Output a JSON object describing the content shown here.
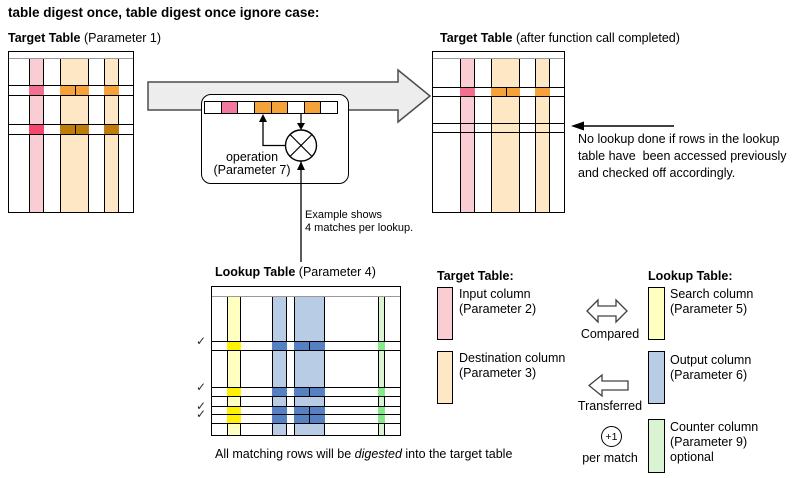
{
  "title": "table digest once, table digest once ignore case:",
  "tables": {
    "target_before": {
      "name": "Target Table",
      "suffix": " (Parameter 1)"
    },
    "target_after": {
      "name": "Target Table",
      "suffix": " (after function call completed)"
    },
    "lookup": {
      "name": "Lookup Table",
      "suffix": " (Parameter 4)"
    }
  },
  "operation_box": {
    "label_line1": "operation",
    "label_line2": "(Parameter 7)"
  },
  "example_note": {
    "line1": "Example shows",
    "line2": "4 matches per lookup."
  },
  "no_lookup_note": {
    "line1": "No lookup done if rows in the lookup",
    "line2": "table have  been accessed previously",
    "line3": "and checked off accordingly."
  },
  "bottom_note": {
    "prefix": "All matching rows will be ",
    "emphasis": "digested",
    "suffix": " into the target table"
  },
  "legend_target": {
    "heading": "Target Table:",
    "items": [
      {
        "label_line1": "Input column",
        "label_line2": "(Parameter 2)",
        "color": "#f9cdd3"
      },
      {
        "label_line1": "Destination column",
        "label_line2": "(Parameter 3)",
        "color": "#fde7c5"
      }
    ]
  },
  "legend_lookup": {
    "heading": "Lookup Table:",
    "items": [
      {
        "label_line1": "Search column",
        "label_line2": "(Parameter 5)",
        "label_line3": "",
        "color": "#ffffbf"
      },
      {
        "label_line1": "Output column",
        "label_line2": "(Parameter 6)",
        "label_line3": "",
        "color": "#b8cce6"
      },
      {
        "label_line1": "Counter column",
        "label_line2": "(Parameter 9)",
        "label_line3": "optional",
        "color": "#d9f3d3"
      }
    ]
  },
  "legend_middle": {
    "compared": "Compared",
    "transferred": "Transferred",
    "per_match_symbol": "+1",
    "per_match": "per match"
  },
  "glyphs": {
    "checkmark": "✓"
  },
  "colors": {
    "pink_light": "#f9cdd3",
    "pink_medium": "#f1708f",
    "pink_deep": "#f5476d",
    "peach_light": "#fde7c5",
    "orange": "#f6a23a",
    "orange_dark": "#c07c09",
    "yellow_light": "#ffffbf",
    "yellow_bright": "#fff104",
    "blue_light": "#b8cce6",
    "blue_dark": "#5580c2",
    "green_light": "#d9f3d3",
    "green_bright": "#88e988",
    "flow_arrow_fill": "#ededed"
  }
}
